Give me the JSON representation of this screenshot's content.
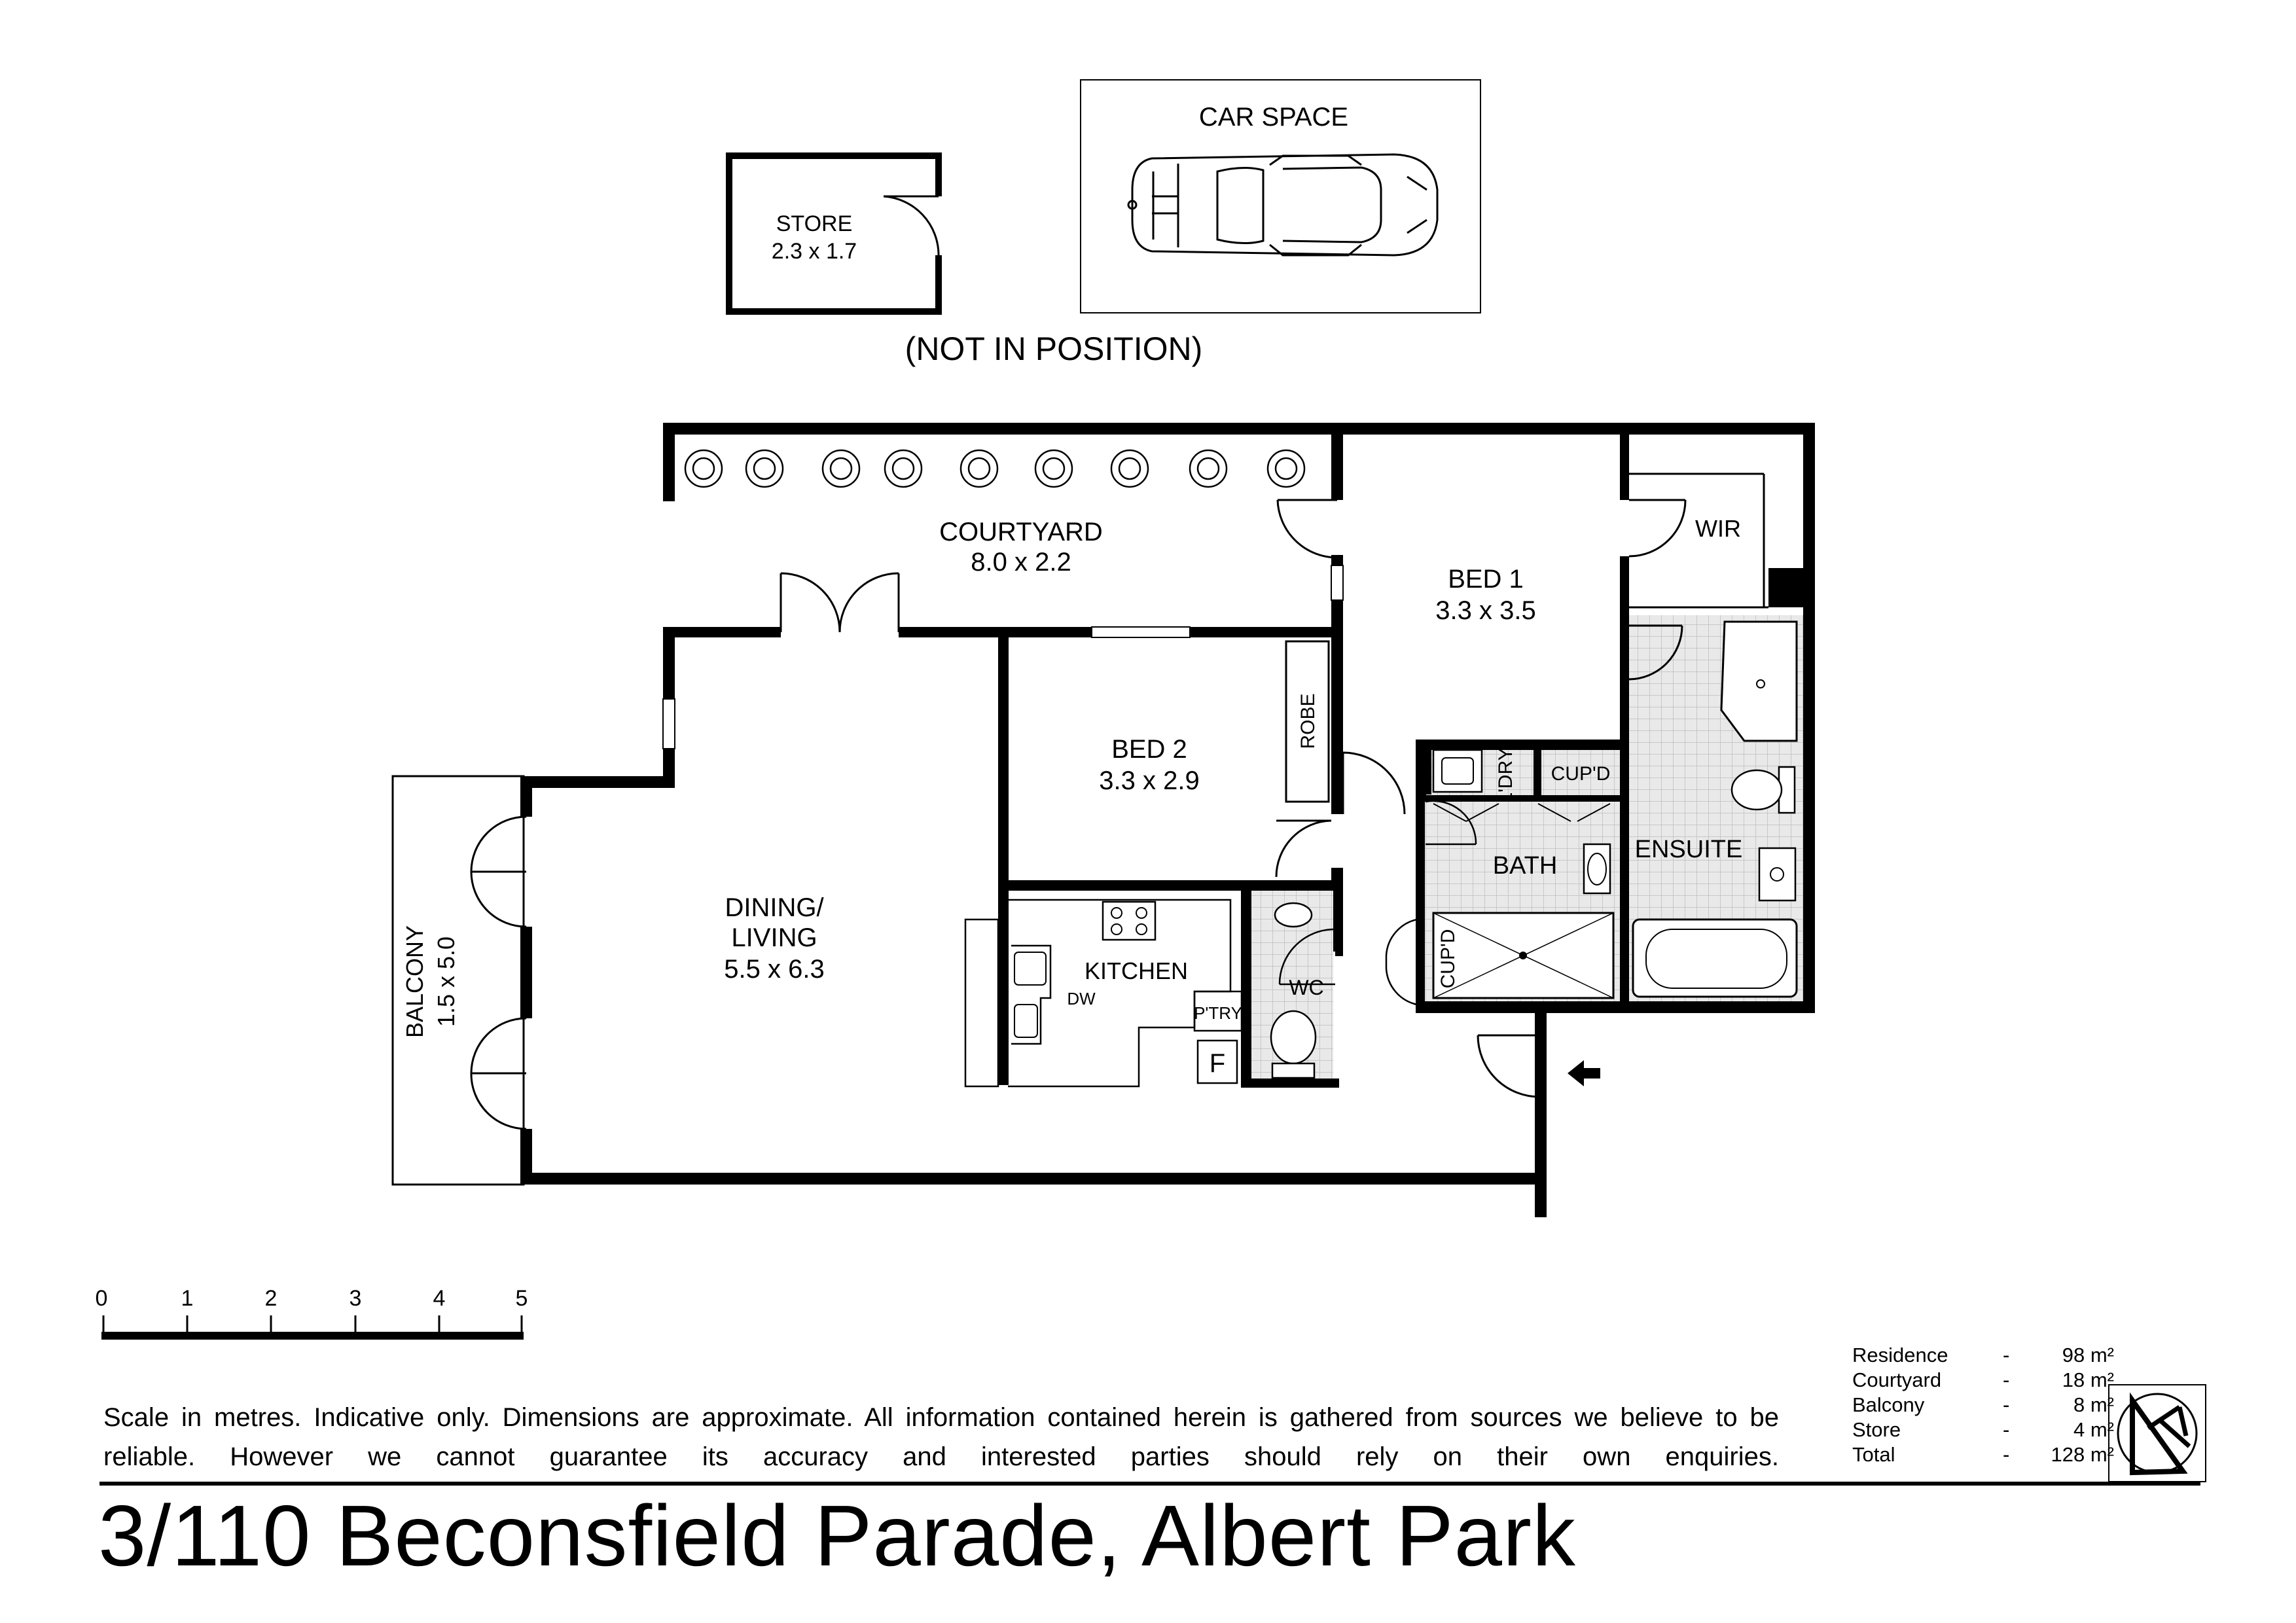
{
  "plan": {
    "note_not_in_position": "(NOT IN POSITION)",
    "rooms": {
      "car_space": {
        "name": "CAR SPACE"
      },
      "store": {
        "name": "STORE",
        "size": "2.3 x 1.7"
      },
      "courtyard": {
        "name": "COURTYARD",
        "size": "8.0 x 2.2"
      },
      "bed1": {
        "name": "BED 1",
        "size": "3.3 x 3.5"
      },
      "bed2": {
        "name": "BED 2",
        "size": "3.3 x 2.9"
      },
      "wir": {
        "name": "WIR"
      },
      "robe": {
        "name": "ROBE"
      },
      "ldry": {
        "name": "L'DRY"
      },
      "cupd_upper": {
        "name": "CUP'D"
      },
      "cupd_lower": {
        "name": "CUP'D"
      },
      "bath": {
        "name": "BATH"
      },
      "ensuite": {
        "name": "ENSUITE"
      },
      "wc": {
        "name": "WC"
      },
      "kitchen": {
        "name": "KITCHEN"
      },
      "dw": {
        "name": "DW"
      },
      "ptry": {
        "name": "P'TRY"
      },
      "fridge": {
        "name": "F"
      },
      "dining": {
        "name_line1": "DINING/",
        "name_line2": "LIVING",
        "size": "5.5 x 6.3"
      },
      "balcony": {
        "name": "BALCONY",
        "size": "1.5 x 5.0"
      }
    }
  },
  "scale_bar": {
    "ticks": [
      "0",
      "1",
      "2",
      "3",
      "4",
      "5"
    ]
  },
  "areas": [
    {
      "name": "Residence",
      "value": "98 m²"
    },
    {
      "name": "Courtyard",
      "value": "18 m²"
    },
    {
      "name": "Balcony",
      "value": "8 m²"
    },
    {
      "name": "Store",
      "value": "4 m²"
    },
    {
      "name": "Total",
      "value": "128 m²"
    }
  ],
  "area_separator": "-",
  "disclaimer": "Scale in metres. Indicative only. Dimensions are approximate.  All information contained herein is gathered from sources we believe to be reliable. However we cannot guarantee its accuracy and interested parties should rely on their own enquiries.",
  "address": "3/110 Beconsfield Parade, Albert Park",
  "north_icon": "north-arrow-icon"
}
